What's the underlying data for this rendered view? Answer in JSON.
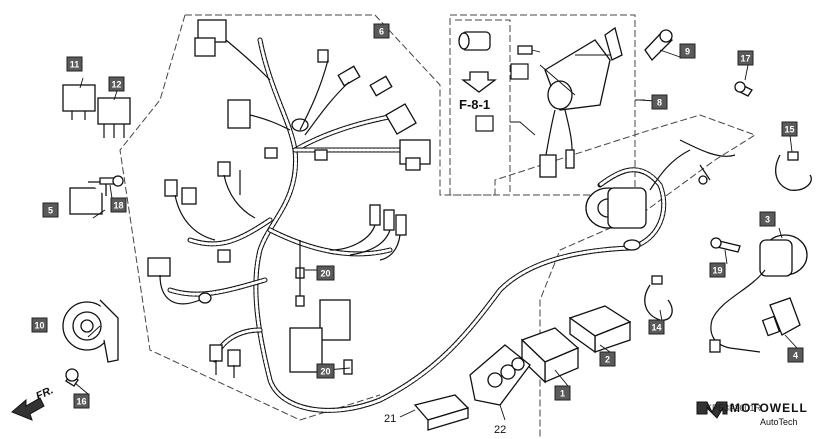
{
  "callouts": {
    "c1": "1",
    "c2": "2",
    "c3": "3",
    "c4": "4",
    "c5": "5",
    "c6": "6",
    "c8": "8",
    "c9": "9",
    "c10": "10",
    "c11": "11",
    "c12": "12",
    "c14": "14",
    "c15": "15",
    "c16": "16",
    "c17": "17",
    "c18": "18",
    "c19": "19",
    "c20a": "20",
    "c20b": "20"
  },
  "plain_numbers": {
    "p21": "21",
    "p22": "22"
  },
  "reference_label": "F-8-1",
  "direction_label": "FR.",
  "watermark": {
    "brand": "MOTOWELL",
    "sub": "AutoTech",
    "overprint": "KPE3F2001R"
  },
  "colors": {
    "callout_fill": "#5a5a5a",
    "line": "#111111",
    "background": "#ffffff"
  }
}
